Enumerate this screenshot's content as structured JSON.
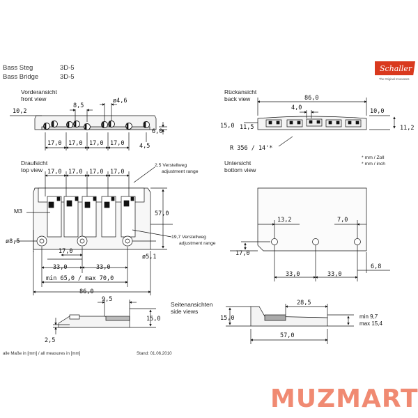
{
  "header": {
    "row1_label": "Bass Steg",
    "row1_value": "3D-5",
    "row2_label": "Bass Bridge",
    "row2_value": "3D-5"
  },
  "logo": {
    "brand": "Schaller",
    "tagline": "The Original Innovators"
  },
  "views": {
    "front": {
      "title_de": "Vorderansicht",
      "title_en": "front view"
    },
    "back": {
      "title_de": "Rückansicht",
      "title_en": "back view"
    },
    "top": {
      "title_de": "Draufsicht",
      "title_en": "top view"
    },
    "bottom": {
      "title_de": "Untersicht",
      "title_en": "bottom view"
    },
    "side": {
      "title_de": "Seitenansichten",
      "title_en": "side views"
    }
  },
  "units": {
    "line1": "* mm / Zoll",
    "line2": "* mm / inch"
  },
  "annotations": {
    "adjust_top_de": "2,5 Verstellweg",
    "adjust_top_en": "adjustment range",
    "adjust_side_de": "19,7 Verstellweg",
    "adjust_side_en": "adjustment range",
    "m3": "M3",
    "radius": "R 356 / 14'*"
  },
  "dimensions": {
    "front": {
      "d10_2": "10,2",
      "d8_5": "8,5",
      "d4_6": "ø4,6",
      "d6_0": "6,0",
      "d4_5": "4,5",
      "spacing": [
        "17,0",
        "17,0",
        "17,0",
        "17,0"
      ]
    },
    "back": {
      "d86": "86,0",
      "d4": "4,0",
      "d10": "10,0",
      "d15": "15,0",
      "d11_5": "11,5",
      "d11_2": "11,2"
    },
    "top": {
      "spacing": [
        "17,0",
        "17,0",
        "17,0",
        "17,0"
      ],
      "d57": "57,0",
      "d8_5": "ø8,5",
      "d17": "17,0",
      "d5_1": "ø5,1",
      "d33a": "33,0",
      "d33b": "33,0",
      "range": "min 65,0 / max 70,0",
      "d86": "86,0"
    },
    "bottom": {
      "d13_2": "13,2",
      "d7": "7,0",
      "d17": "17,0",
      "d33a": "33,0",
      "d33b": "33,0",
      "d6_8": "6,8"
    },
    "side_left": {
      "d9_5": "9,5",
      "d15": "15,0",
      "d2_5": "2,5"
    },
    "side_right": {
      "d28_5": "28,5",
      "d15": "15,0",
      "d57": "57,0",
      "min": "min 9,7",
      "max": "max 15,4"
    }
  },
  "footer": {
    "left": "alle Maße in [mm] / all measures in [mm]",
    "right": "Stand: 01.06.2010"
  },
  "watermark": "MUZMART"
}
